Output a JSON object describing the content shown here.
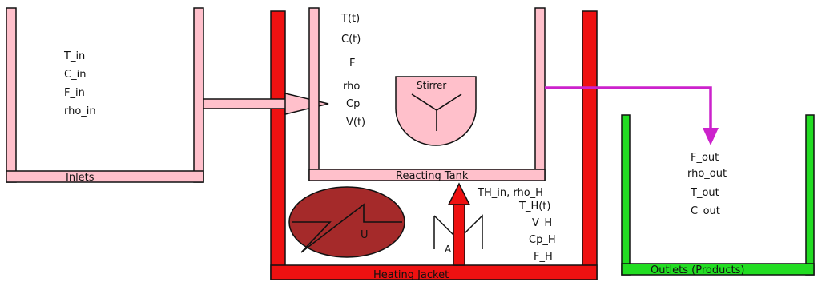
{
  "colors": {
    "inlet_tank": "#ffc0cb",
    "heating_jacket": "#ee1111",
    "heater": "#a52a2a",
    "outlet_tank": "#22dd22",
    "outlet_pipe": "#cc22cc",
    "outline": "#111111"
  },
  "inlets": {
    "label": "Inlets",
    "vars": [
      "T_in",
      "C_in",
      "F_in",
      "rho_in"
    ]
  },
  "reacting_tank": {
    "label": "Reacting Tank",
    "vars": [
      "T(t)",
      "C(t)",
      "F",
      "rho",
      "Cp",
      "V(t)"
    ]
  },
  "stirrer": {
    "label": "Stirrer"
  },
  "heater": {
    "label": "U"
  },
  "heating_jacket": {
    "label": "Heating Jacket",
    "vars": [
      "TH_in, rho_H",
      "T_H(t)",
      "V_H",
      "Cp_H",
      "F_H"
    ],
    "area_label": "A"
  },
  "outlets": {
    "label": "Outlets (Products)",
    "vars": [
      "F_out",
      "rho_out",
      "T_out",
      "C_out"
    ]
  }
}
